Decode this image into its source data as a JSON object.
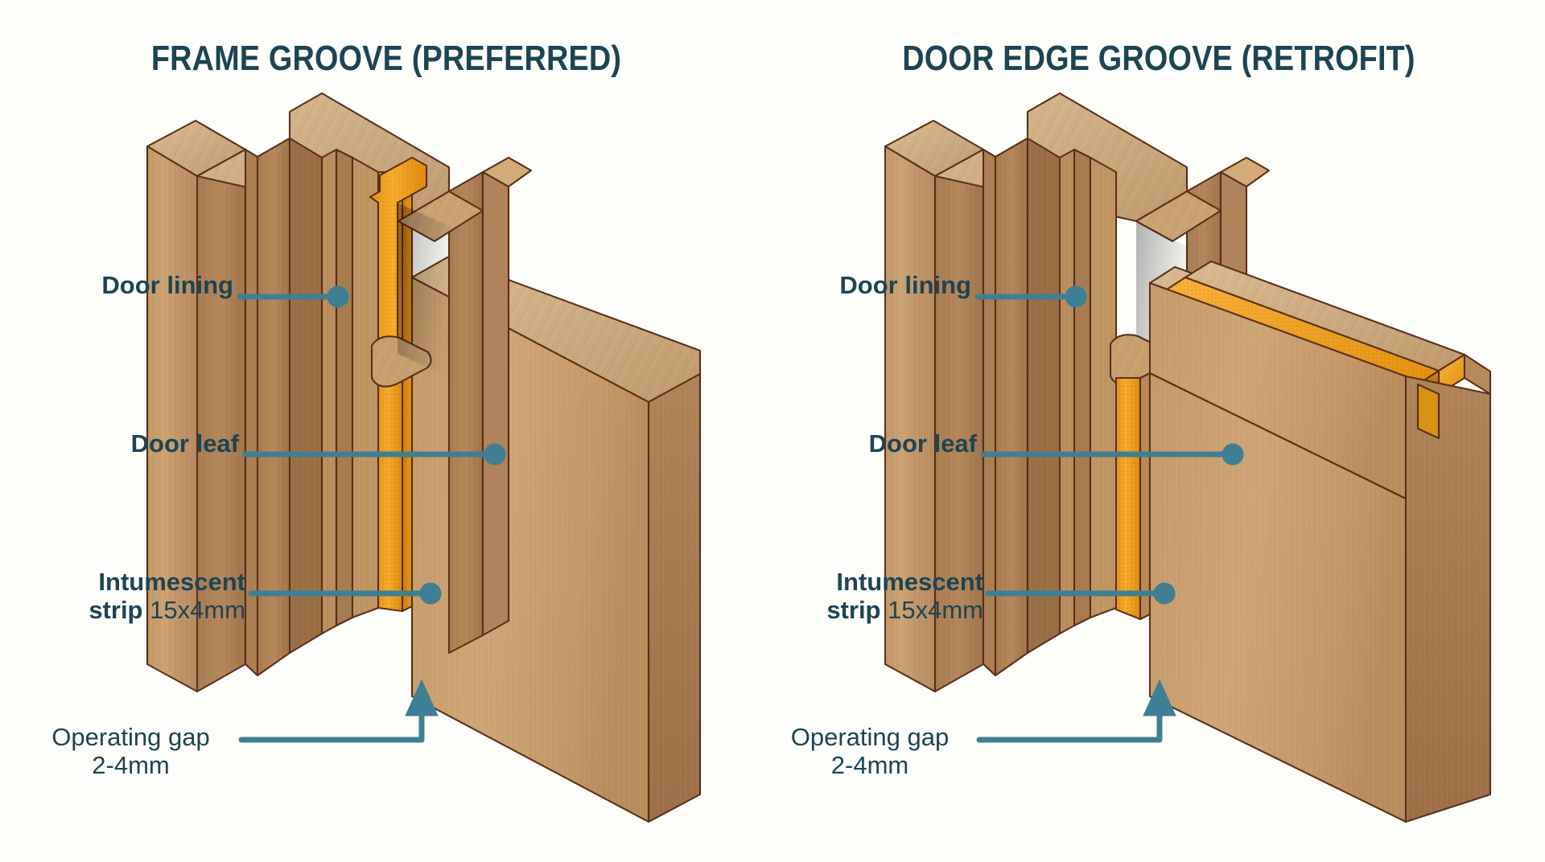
{
  "page": {
    "background_color": "#fdfdfa",
    "accent_color": "#2d7d9a",
    "leader_color": "#3f7f93",
    "text_color": "#1d4453",
    "intumescent_color": "#f5a623",
    "wood_light": "#d7b387",
    "wood_mid": "#c09763",
    "wood_dark": "#a97d4f",
    "wood_shadow": "#8a6239",
    "outline_color": "#5a2f18"
  },
  "panels": [
    {
      "id": "frame-groove",
      "title": "FRAME GROOVE (PREFERRED)",
      "labels": {
        "door_lining": "Door lining",
        "door_leaf": "Door leaf",
        "intumescent_bold": "Intumescent",
        "intumescent_bold2": "strip",
        "intumescent_size": "15x4mm",
        "operating_gap": "Operating gap",
        "operating_gap_size": "2-4mm"
      }
    },
    {
      "id": "door-edge-groove",
      "title": "DOOR EDGE GROOVE (RETROFIT)",
      "labels": {
        "door_lining": "Door lining",
        "door_leaf": "Door leaf",
        "intumescent_bold": "Intumescent",
        "intumescent_bold2": "strip",
        "intumescent_size": "15x4mm",
        "operating_gap": "Operating gap",
        "operating_gap_size": "2-4mm"
      }
    }
  ]
}
